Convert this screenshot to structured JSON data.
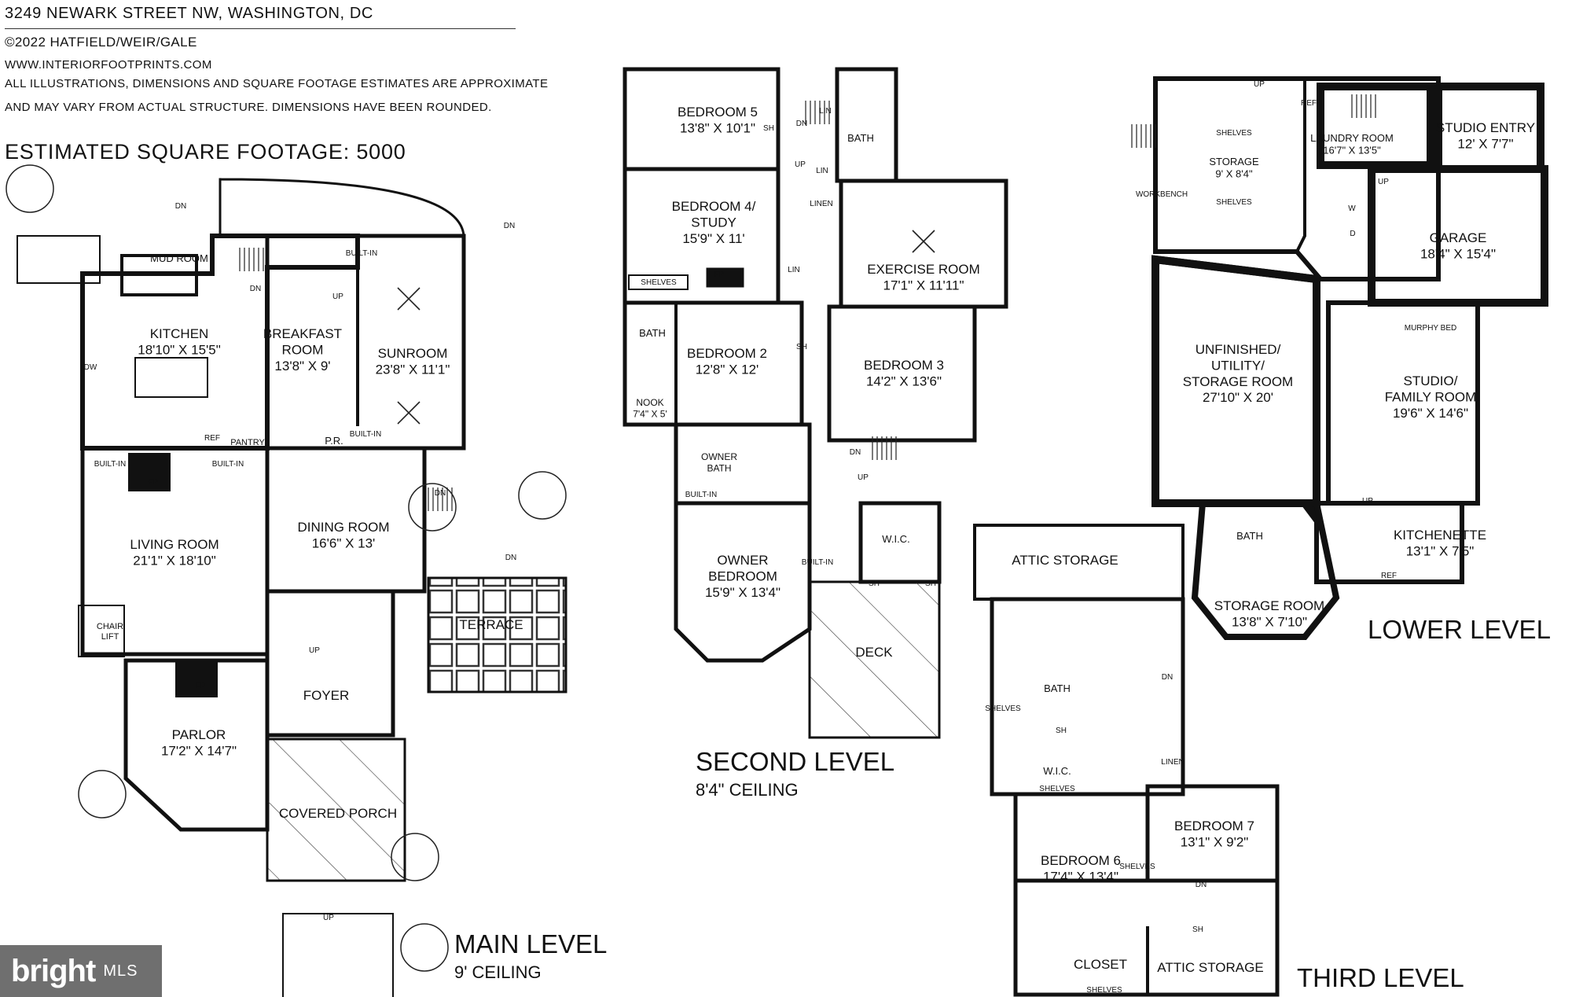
{
  "header": {
    "address": "3249 NEWARK STREET NW, WASHINGTON, DC",
    "copyright": "©2022 HATFIELD/WEIR/GALE",
    "website": "WWW.INTERIORFOOTPRINTS.COM",
    "disclaimer_1": "ALL ILLUSTRATIONS, DIMENSIONS AND SQUARE FOOTAGE ESTIMATES ARE APPROXIMATE",
    "disclaimer_2": "AND MAY VARY FROM ACTUAL STRUCTURE. DIMENSIONS HAVE BEEN ROUNDED.",
    "square_footage": "ESTIMATED SQUARE FOOTAGE: 5000"
  },
  "watermark": {
    "brand": "bright",
    "suffix": "MLS"
  },
  "levels": {
    "main": {
      "title": "MAIN LEVEL",
      "ceiling": "9' CEILING",
      "rooms": [
        {
          "name": "KITCHEN",
          "dims": "18'10\" X 15'5\""
        },
        {
          "name": "BREAKFAST ROOM",
          "dims": "13'8\" X 9'"
        },
        {
          "name": "SUNROOM",
          "dims": "23'8\" X 11'1\""
        },
        {
          "name": "LIVING ROOM",
          "dims": "21'1\" X 18'10\""
        },
        {
          "name": "DINING ROOM",
          "dims": "16'6\" X 13'"
        },
        {
          "name": "PARLOR",
          "dims": "17'2\" X 14'7\""
        },
        {
          "name": "MUD ROOM",
          "dims": ""
        },
        {
          "name": "FOYER",
          "dims": ""
        },
        {
          "name": "TERRACE",
          "dims": ""
        },
        {
          "name": "COVERED PORCH",
          "dims": ""
        },
        {
          "name": "P.R.",
          "dims": ""
        },
        {
          "name": "PANTRY",
          "dims": ""
        },
        {
          "name": "CHAIR LIFT",
          "dims": ""
        }
      ],
      "notes": [
        "DN",
        "DN",
        "DN",
        "DN",
        "DN",
        "UP",
        "UP",
        "UP",
        "BUILT-IN",
        "BUILT-IN",
        "BUILT-IN",
        "BUILT-IN",
        "FP",
        "FP",
        "DW",
        "REF"
      ]
    },
    "second": {
      "title": "SECOND LEVEL",
      "ceiling": "8'4\" CEILING",
      "rooms": [
        {
          "name": "BEDROOM 5",
          "dims": "13'8\" X 10'1\""
        },
        {
          "name": "BEDROOM 4/ STUDY",
          "dims": "15'9\" X 11'"
        },
        {
          "name": "BEDROOM 2",
          "dims": "12'8\" X 12'"
        },
        {
          "name": "NOOK",
          "dims": "7'4\" X 5'"
        },
        {
          "name": "OWNER BATH",
          "dims": ""
        },
        {
          "name": "OWNER BEDROOM",
          "dims": "15'9\" X 13'4\""
        },
        {
          "name": "EXERCISE ROOM",
          "dims": "17'1\" X 11'11\""
        },
        {
          "name": "BEDROOM 3",
          "dims": "14'2\" X 13'6\""
        },
        {
          "name": "BATH",
          "dims": ""
        },
        {
          "name": "BATH",
          "dims": ""
        },
        {
          "name": "W.I.C.",
          "dims": ""
        },
        {
          "name": "DECK",
          "dims": ""
        }
      ],
      "notes": [
        "SH",
        "SH",
        "SH",
        "SH",
        "DN",
        "DN",
        "UP",
        "UP",
        "LIN",
        "LIN",
        "LIN",
        "LINEN",
        "SHELVES",
        "FP",
        "BUILT-IN",
        "BUILT-IN"
      ]
    },
    "third": {
      "title": "THIRD LEVEL",
      "rooms": [
        {
          "name": "ATTIC STORAGE",
          "dims": ""
        },
        {
          "name": "BATH",
          "dims": ""
        },
        {
          "name": "W.I.C.",
          "dims": ""
        },
        {
          "name": "BEDROOM 6",
          "dims": "17'4\" X 13'4\""
        },
        {
          "name": "BEDROOM 7",
          "dims": "13'1\" X 9'2\""
        },
        {
          "name": "CLOSET",
          "dims": ""
        },
        {
          "name": "ATTIC STORAGE",
          "dims": ""
        }
      ],
      "notes": [
        "DN",
        "DN",
        "SH",
        "SH",
        "SHELVES",
        "SHELVES",
        "SHELVES",
        "SHELVES",
        "LINEN"
      ]
    },
    "lower": {
      "title": "LOWER LEVEL",
      "rooms": [
        {
          "name": "STORAGE",
          "dims": "9' X 8'4\""
        },
        {
          "name": "LAUNDRY ROOM",
          "dims": "16'7\" X 13'5\""
        },
        {
          "name": "STUDIO ENTRY",
          "dims": "12' X 7'7\""
        },
        {
          "name": "GARAGE",
          "dims": "18'4\" X 15'4\""
        },
        {
          "name": "UNFINISHED/ UTILITY/ STORAGE ROOM",
          "dims": "27'10\" X 20'"
        },
        {
          "name": "STUDIO/ FAMILY ROOM",
          "dims": "19'6\" X 14'6\""
        },
        {
          "name": "KITCHENETTE",
          "dims": "13'1\" X 7'5\""
        },
        {
          "name": "BATH",
          "dims": ""
        },
        {
          "name": "STORAGE ROOM",
          "dims": "13'8\" X 7'10\""
        }
      ],
      "notes": [
        "UP",
        "UP",
        "UP",
        "REF",
        "REF",
        "SHELVES",
        "SHELVES",
        "WORKBENCH",
        "MURPHY BED",
        "W",
        "D"
      ]
    }
  }
}
